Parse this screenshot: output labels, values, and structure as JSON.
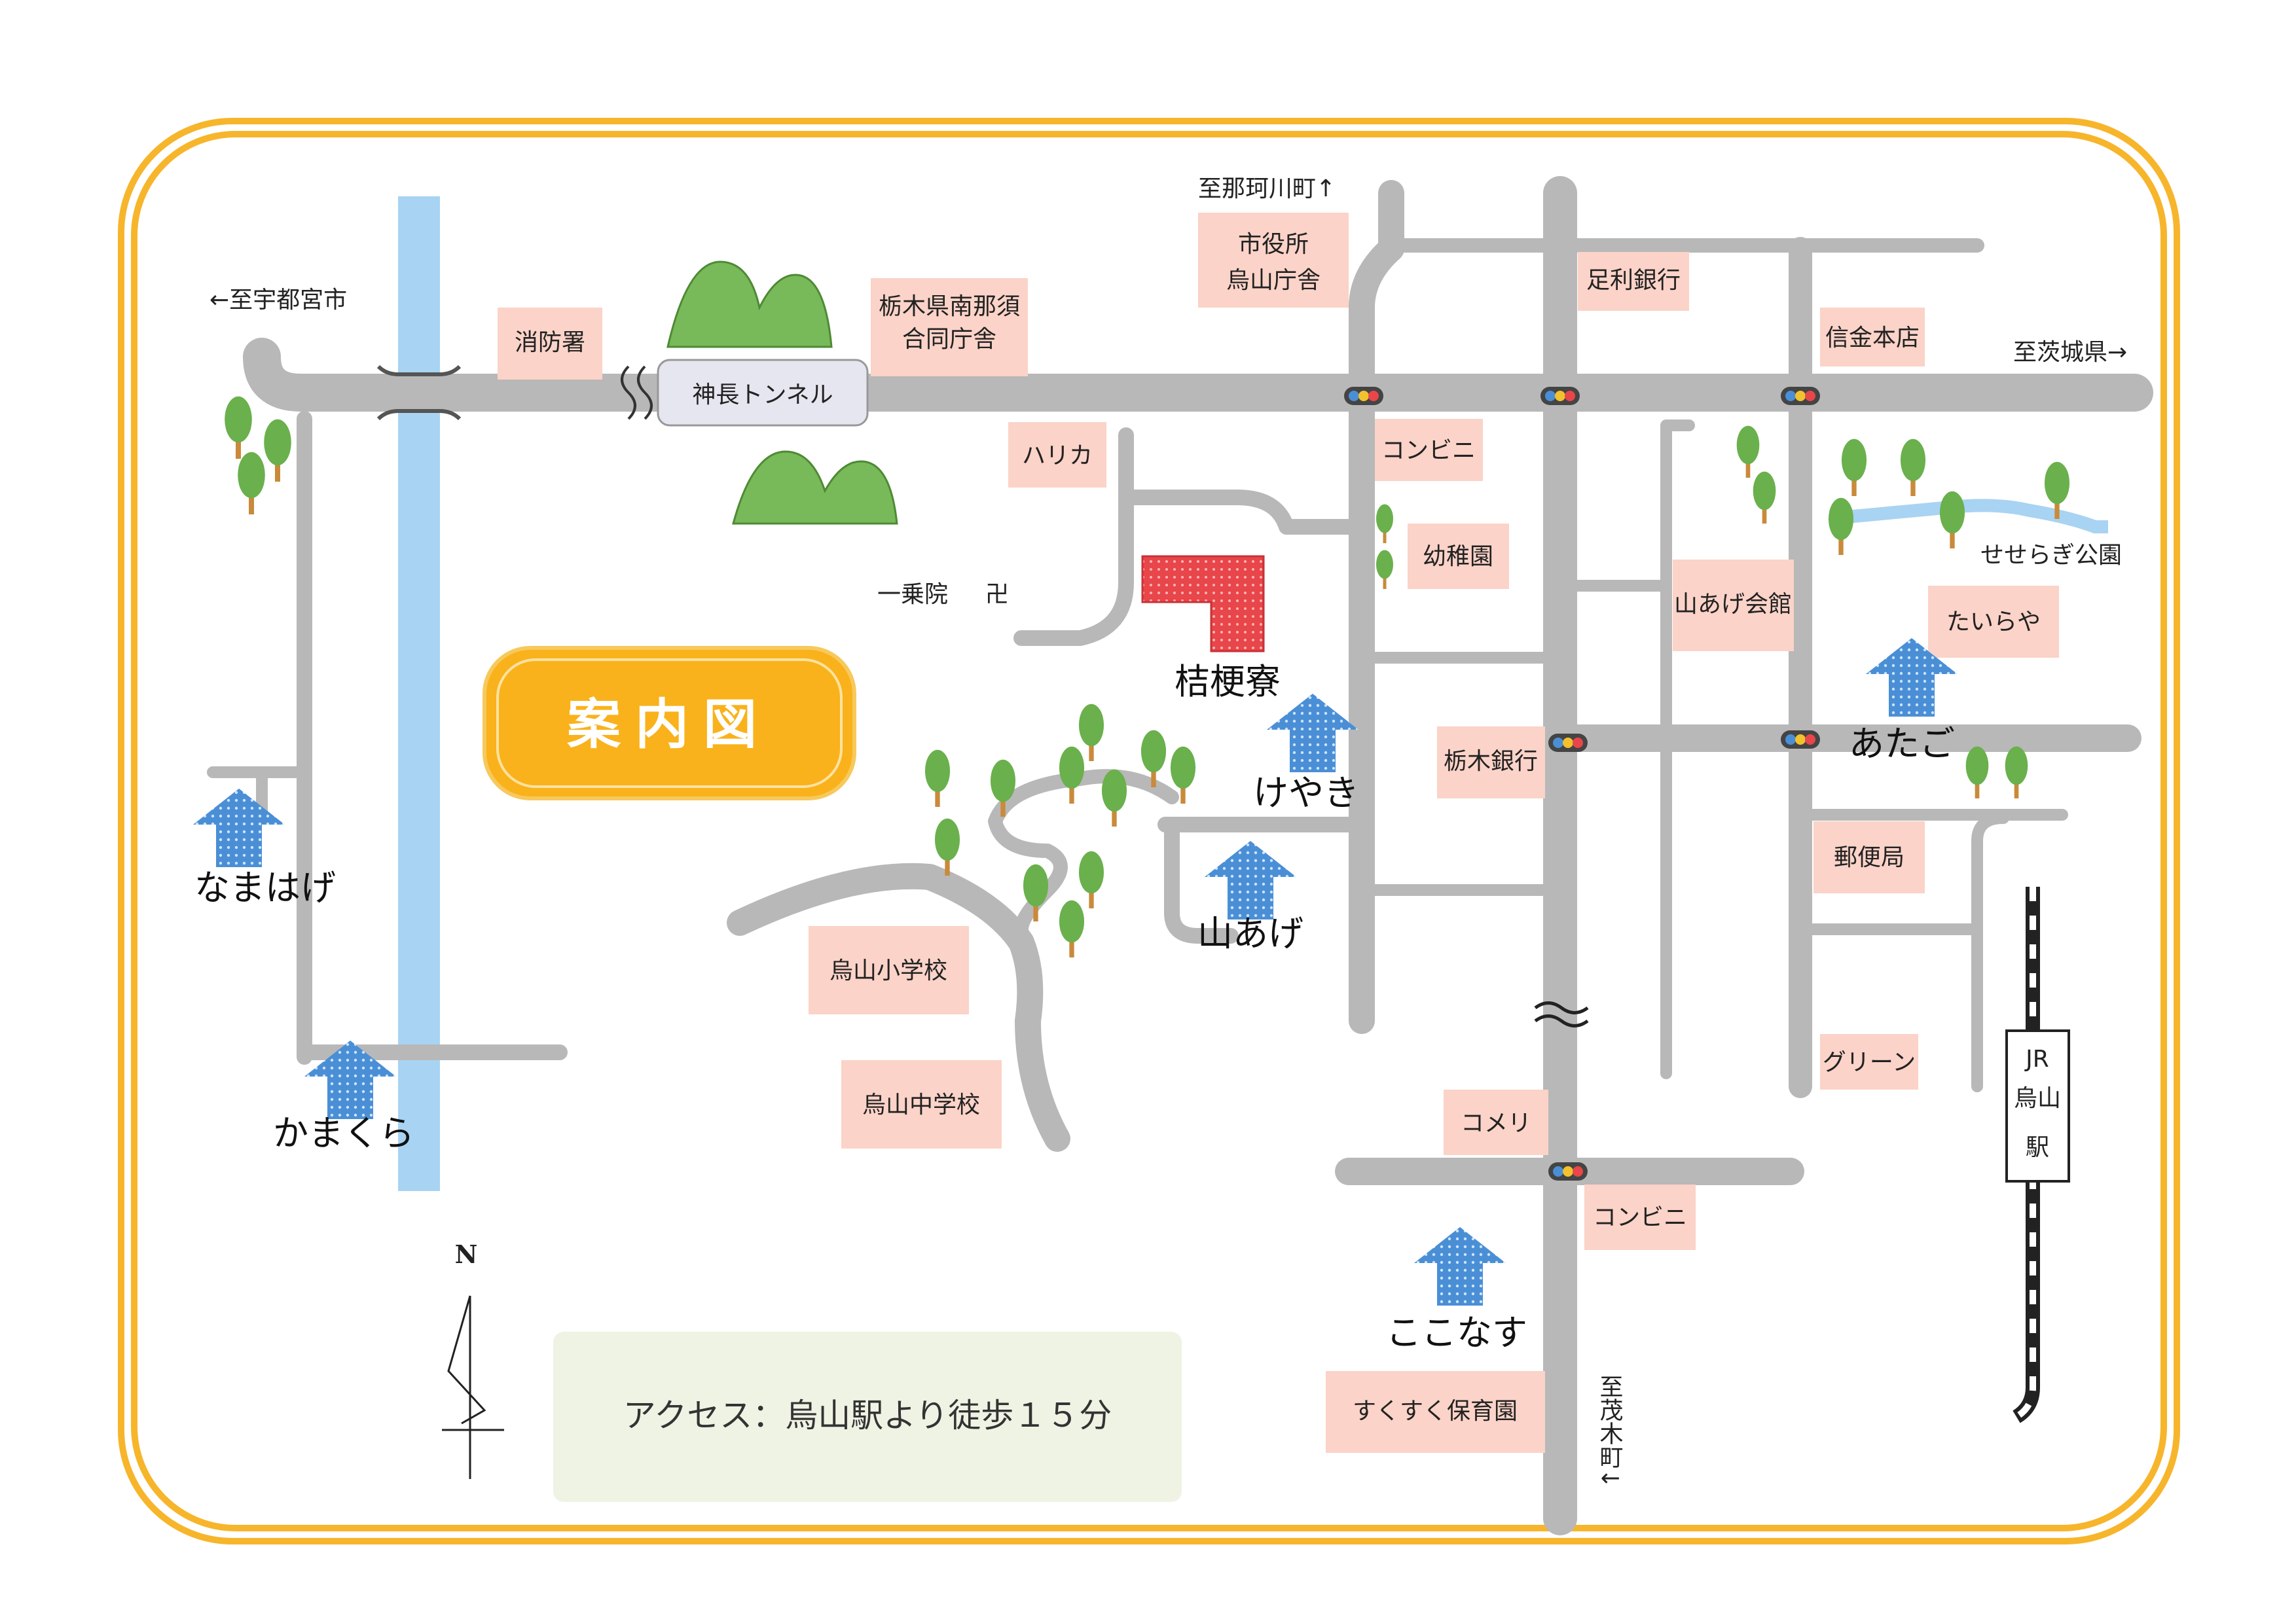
{
  "title": "案内図",
  "access": "アクセス：烏山駅より徒歩１５分",
  "colors": {
    "frame": "#F7B52B",
    "title_badge": "#F9B21C",
    "road": "#B8B8B8",
    "river": "#A9D3F2",
    "label_bg": "#FBD3C8",
    "target": "#E8464A",
    "arrow": "#4A8FD6",
    "tree": "#6AB04C",
    "mountain": "#78B95A",
    "access_bg": "#EEF3E4",
    "tunnel_bg": "#E6E6F0"
  },
  "directions": {
    "utsunomiya": "←至宇都宮市",
    "nakagawa": "至那珂川町↑",
    "ibaraki": "至茨城県→",
    "motegi": "至茂木町↓"
  },
  "landmarks": {
    "shobosho": "消防署",
    "tochigi_kensha_1": "栃木県南那須",
    "tochigi_kensha_2": "合同庁舎",
    "shiyakusho_1": "市役所",
    "shiyakusho_2": "烏山庁舎",
    "ashikaga_bank": "足利銀行",
    "shinkin": "信金本店",
    "tunnel": "神長トンネル",
    "harika": "ハリカ",
    "konbini_1": "コンビニ",
    "yochien": "幼稚園",
    "ichijoin": "一乗院",
    "temple_mark": "卍",
    "yamaage_kaikan": "山あげ会館",
    "seseragi": "せせらぎ公園",
    "tairaya": "たいらや",
    "tochigi_bank": "栃木銀行",
    "yubinkyoku": "郵便局",
    "karasuyama_sho": "烏山小学校",
    "karasuyama_chu": "烏山中学校",
    "green": "グリーン",
    "komeri": "コメリ",
    "konbini_2": "コンビニ",
    "sukusuku": "すくすく保育園",
    "target": "桔梗寮",
    "station_1": "JR",
    "station_2": "烏山",
    "station_3": "駅",
    "north": "N"
  },
  "facilities": {
    "keyaki": "けやき",
    "yamaage": "山あげ",
    "namahage": "なまはげ",
    "kamakura": "かまくら",
    "atago": "あたご",
    "kokonasu": "ここなす"
  }
}
